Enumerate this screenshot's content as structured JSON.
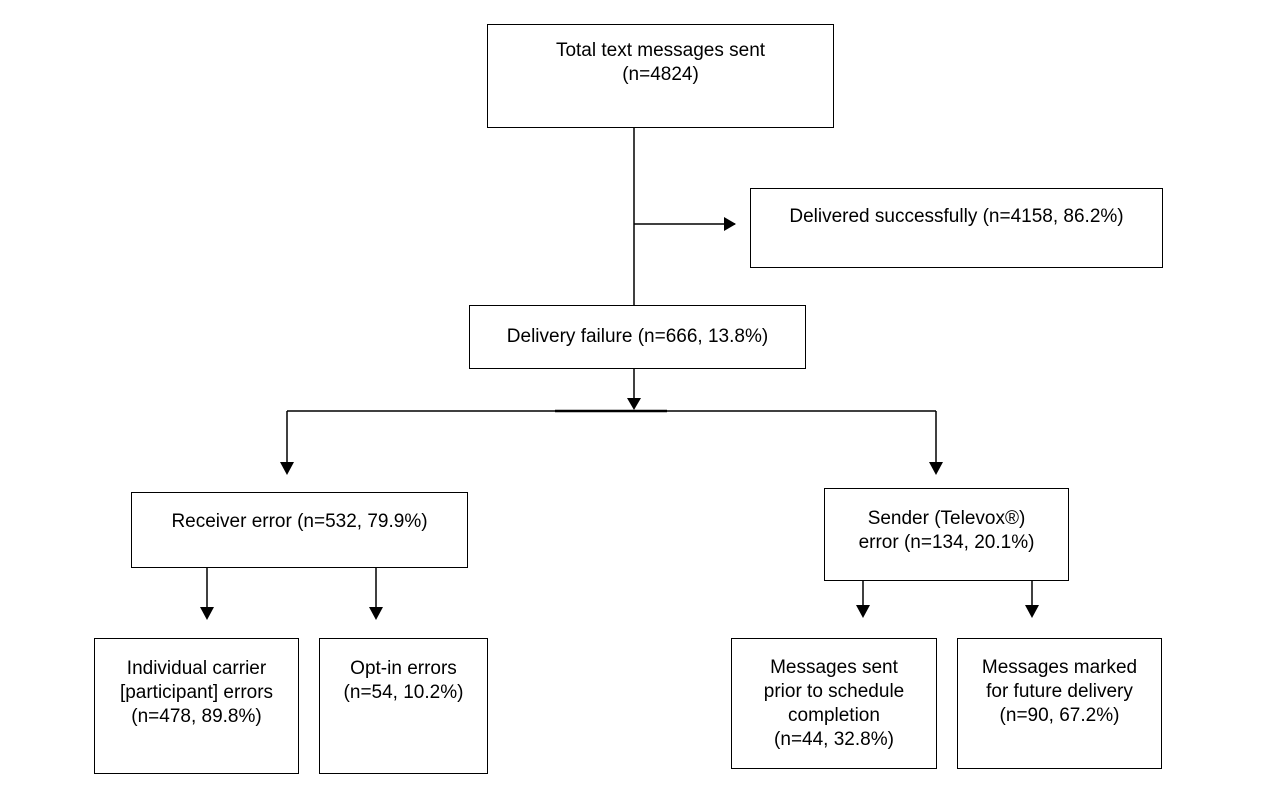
{
  "nodes": {
    "total": {
      "lines": [
        "Total text messages sent",
        "(n=4824)"
      ]
    },
    "delivered": {
      "lines": [
        "Delivered successfully  (n=4158, 86.2%)"
      ]
    },
    "failure": {
      "lines": [
        "Delivery failure (n=666, 13.8%)"
      ]
    },
    "receiver": {
      "lines": [
        "Receiver error (n=532, 79.9%)"
      ]
    },
    "sender": {
      "lines": [
        "Sender (Televox®)",
        "error (n=134, 20.1%)"
      ]
    },
    "carrier": {
      "lines": [
        "Individual carrier",
        "[participant] errors",
        "(n=478, 89.8%)"
      ]
    },
    "optin": {
      "lines": [
        "Opt-in errors",
        "(n=54, 10.2%)"
      ]
    },
    "prior": {
      "lines": [
        "Messages sent",
        "prior to schedule",
        "completion",
        "(n=44, 32.8%)"
      ]
    },
    "future": {
      "lines": [
        "Messages marked",
        "for future delivery",
        "(n=90, 67.2%)"
      ]
    }
  },
  "colors": {
    "stroke": "#000000",
    "background": "#ffffff"
  }
}
